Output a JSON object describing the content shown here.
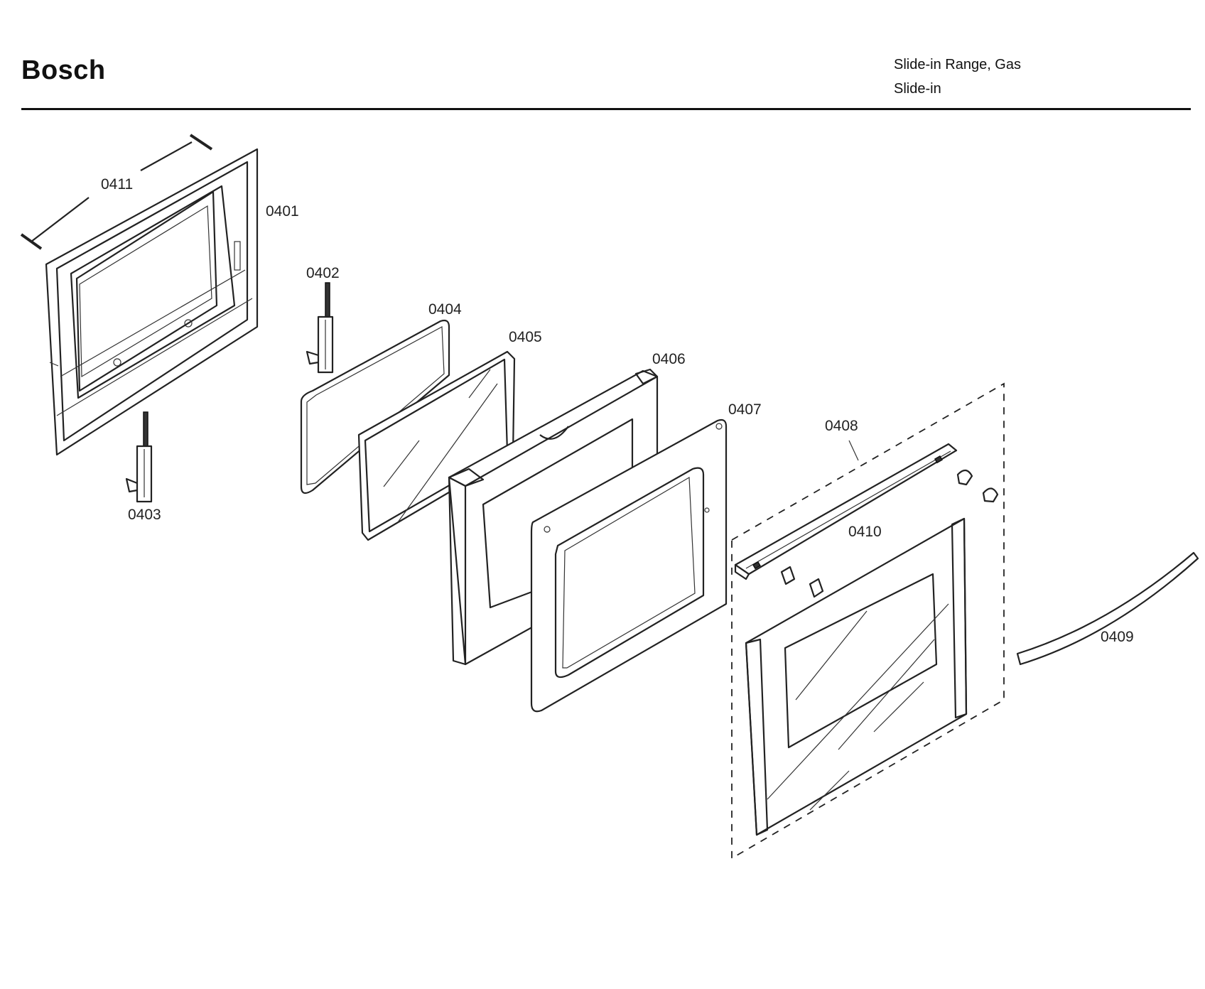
{
  "header": {
    "brand": "Bosch",
    "product_line1": "Slide-in Range, Gas",
    "product_line2": "Slide-in"
  },
  "parts": [
    {
      "id": "0401"
    },
    {
      "id": "0402"
    },
    {
      "id": "0403"
    },
    {
      "id": "0404"
    },
    {
      "id": "0405"
    },
    {
      "id": "0406"
    },
    {
      "id": "0407"
    },
    {
      "id": "0408"
    },
    {
      "id": "0409"
    },
    {
      "id": "0410"
    },
    {
      "id": "0411"
    }
  ]
}
